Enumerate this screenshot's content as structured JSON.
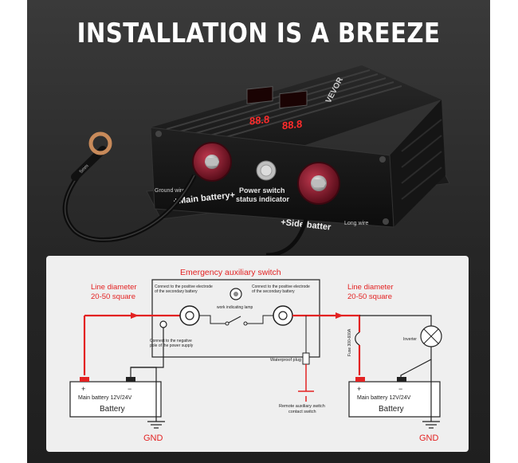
{
  "headline": "INSTALLATION IS A BREEZE",
  "device": {
    "brand": "VEVOR",
    "left_terminal_label": "+Main battery+",
    "right_terminal_label": "+Side batter",
    "switch_label_1": "Power switch",
    "switch_label_2": "status indicator",
    "ground_wire_label": "Ground wire",
    "long_wire_label": "Long wire",
    "display_left": "88.8",
    "display_right": "88.8",
    "cable_tag": "5mm"
  },
  "diagram": {
    "title": "Emergency auxiliary switch",
    "line_left_1": "Line diameter",
    "line_left_2": "20-50 square",
    "line_right_1": "Line diameter",
    "line_right_2": "20-50 square",
    "connect_pos_main_1": "Connect to the positive electrode",
    "connect_pos_main_2": "of the secondary battery",
    "connect_pos_side_1": "Connect to the positive electrode",
    "connect_pos_side_2": "of the secondary battery",
    "work_lamp": "work indicating lamp",
    "connect_neg_1": "Connect to the negative",
    "connect_neg_2": "pole of the power supply",
    "waterproof_plug": "Waterproof plug",
    "remote_1": "Remote auxiliary switch",
    "remote_2": "contact switch",
    "fuse": "Fuse 300-600A",
    "inverter": "Inverter",
    "battery_left_caption": "Main battery 12V/24V",
    "battery_left_label": "Battery",
    "battery_right_caption": "Main battery 12V/24V",
    "battery_right_label": "Battery",
    "plus_sign": "+",
    "minus_sign": "−",
    "gnd_left": "GND",
    "gnd_right": "GND"
  },
  "colors": {
    "accent_red": "#e32222",
    "wire_dark": "#222222",
    "housing": "#1c1c1c",
    "terminal_red": "#8a1a2a"
  }
}
